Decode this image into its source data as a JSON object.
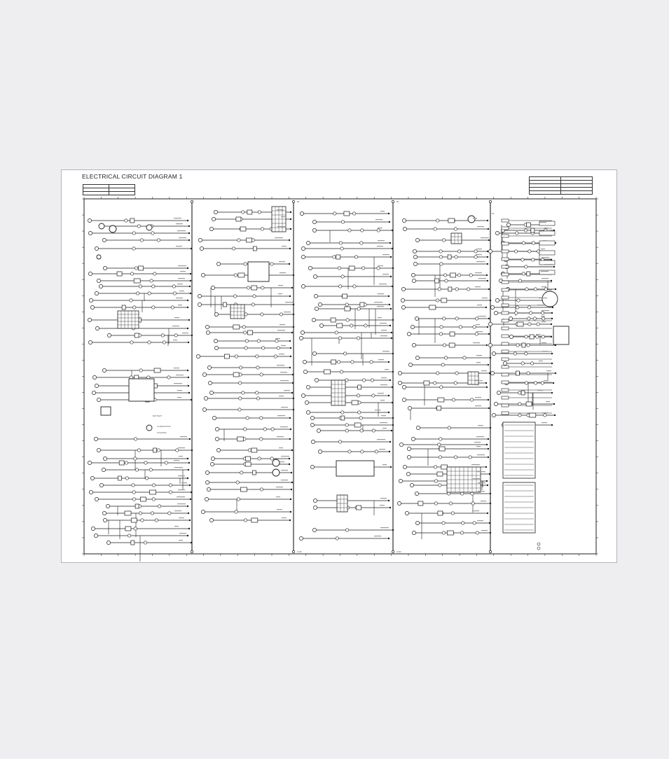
{
  "diagram": {
    "title": "ELECTRICAL CIRCUIT DIAGRAM 1",
    "subtitle": "",
    "rail_labels": [
      "B1",
      "B1",
      "B1",
      "GND",
      "GND"
    ],
    "component_labels": [
      "ALTERNATOR",
      "STARTER",
      "BATTERY"
    ],
    "bottom_markers": [
      "",
      ""
    ]
  },
  "colors": {
    "page_background": "#eeeef0",
    "sheet": "#ffffff",
    "line": "#1c1c1c",
    "label": "#5a5a5a"
  }
}
